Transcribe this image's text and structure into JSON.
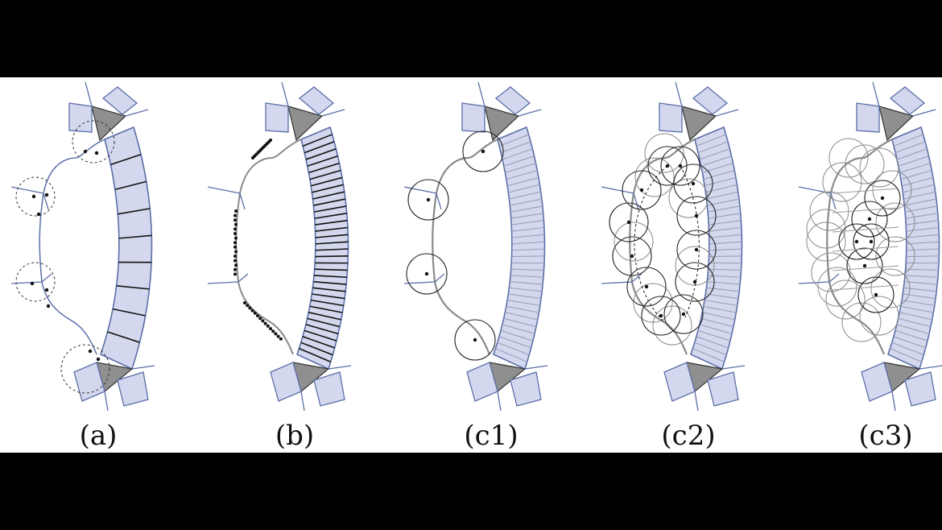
{
  "panels": [
    {
      "label": "(a)"
    },
    {
      "label": "(b)"
    },
    {
      "label": "(c1)"
    },
    {
      "label": "(c2)"
    },
    {
      "label": "(c3)"
    }
  ],
  "colors": {
    "band_fill": "#d4d8ee",
    "band_stroke": "#5b6fa8",
    "triangle_fill": "#8f8f8f",
    "line": "#5b6fa8",
    "circle_dark": "#222222",
    "circle_light": "#8a8a8a",
    "background": "#ffffff",
    "letterbox": "#000000"
  }
}
